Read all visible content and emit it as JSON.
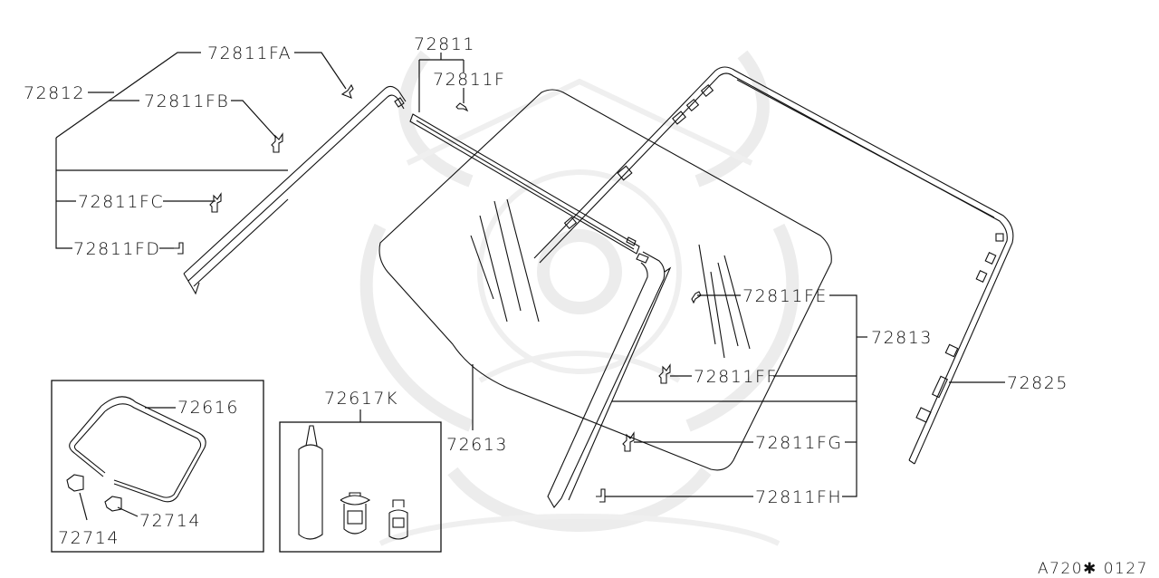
{
  "diagram": {
    "type": "exploded-parts-diagram",
    "subject": "Windshield glass and moldings",
    "figure_code": "A720✱ 0127",
    "labels": {
      "p72812": "72812",
      "p72811FA": "72811FA",
      "p72811FB": "72811FB",
      "p72811FC": "72811FC",
      "p72811FD": "72811FD",
      "p72811": "72811",
      "p72811F": "72811F",
      "p72811FE": "72811FE",
      "p72813": "72813",
      "p72811FF": "72811FF",
      "p72825": "72825",
      "p72811FG": "72811FG",
      "p72811FH": "72811FH",
      "p72613": "72613",
      "p72616": "72616",
      "p72714a": "72714",
      "p72714b": "72714",
      "p72617K": "72617K"
    },
    "parts": [
      {
        "id": "72812",
        "component": "left-pillar-molding",
        "sub_items": [
          "72811FA",
          "72811FB",
          "72811FC",
          "72811FD"
        ]
      },
      {
        "id": "72811",
        "component": "top-roof-molding",
        "sub_items": [
          "72811F"
        ]
      },
      {
        "id": "72813",
        "component": "right-pillar-molding",
        "sub_items": [
          "72811FE",
          "72811FF",
          "72811FG",
          "72811FH"
        ]
      },
      {
        "id": "72825",
        "component": "weatherstrip-dam"
      },
      {
        "id": "72613",
        "component": "windshield-glass"
      },
      {
        "id": "72616",
        "component": "glass-dam-rubber"
      },
      {
        "id": "72714",
        "component": "spacer",
        "count": 2
      },
      {
        "id": "72617K",
        "component": "sealant-kit"
      }
    ],
    "colors": {
      "line": "#111111",
      "background": "#ffffff",
      "watermark": "#ececec"
    }
  }
}
